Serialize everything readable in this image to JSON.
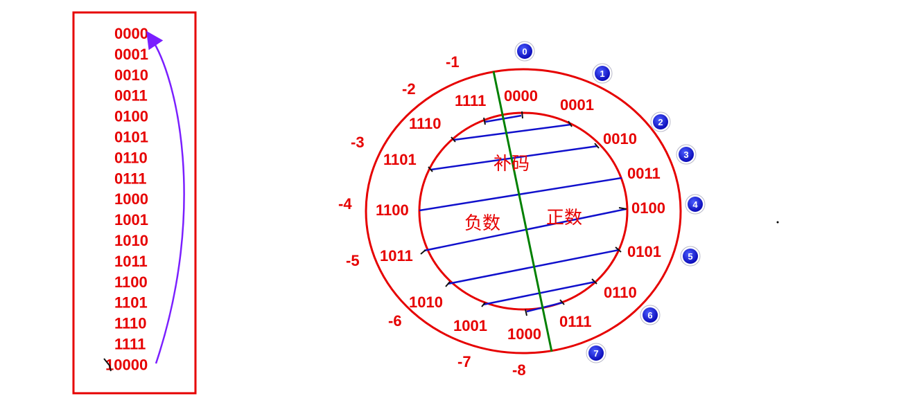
{
  "list": {
    "items": [
      "0000",
      "0001",
      "0010",
      "0011",
      "0100",
      "0101",
      "0110",
      "0111",
      "1000",
      "1001",
      "1010",
      "1011",
      "1100",
      "1101",
      "1110",
      "1111",
      "10000"
    ]
  },
  "wheel": {
    "labels": {
      "center": "补码",
      "negative": "负数",
      "positive": "正数"
    },
    "inner_codes": [
      "0000",
      "0001",
      "0010",
      "0011",
      "0100",
      "0101",
      "0110",
      "0111",
      "1000",
      "1001",
      "1010",
      "1011",
      "1100",
      "1101",
      "1110",
      "1111"
    ],
    "negatives": [
      "-1",
      "-2",
      "-3",
      "-4",
      "-5",
      "-6",
      "-7",
      "-8"
    ],
    "badges": [
      "0",
      "1",
      "2",
      "3",
      "4",
      "5",
      "6",
      "7"
    ]
  },
  "colors": {
    "red": "#e60000",
    "blue": "#0000cc",
    "green": "#007a00",
    "purple": "#7a1fff",
    "badge": "#1616d8"
  }
}
